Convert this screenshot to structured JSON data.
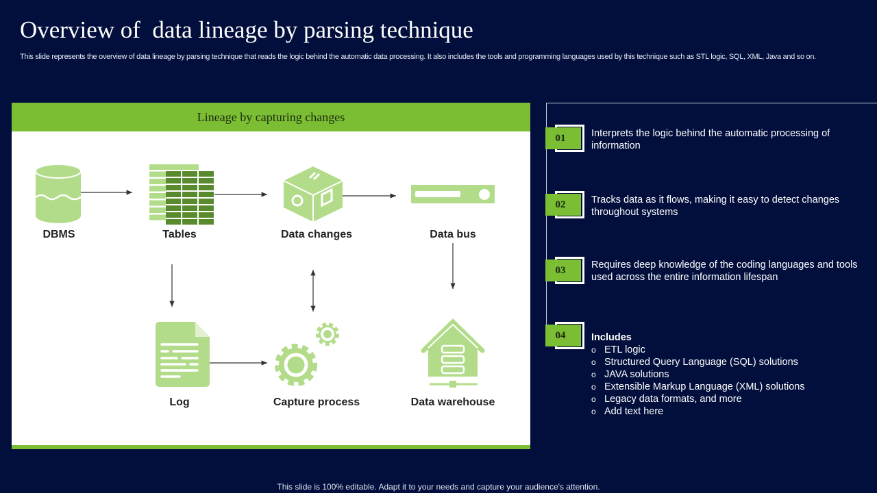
{
  "title": "Overview of  data lineage by parsing technique",
  "subtitle": "This slide represents the overview of data lineage by parsing technique that reads the logic behind the automatic data processing. It also includes the tools and programming languages used by this technique such as STL logic, SQL, XML, Java and so on.",
  "panel": {
    "heading": "Lineage by capturing changes",
    "nodes": {
      "dbms": "DBMS",
      "tables": "Tables",
      "data_changes": "Data changes",
      "data_bus": "Data bus",
      "log": "Log",
      "capture": "Capture process",
      "warehouse": "Data warehouse"
    }
  },
  "colors": {
    "background": "#020f3d",
    "accent": "#7bbd33",
    "icon_light": "#b3dc8a",
    "icon_dark": "#5a8a2e"
  },
  "points": [
    {
      "num": "01",
      "text": "Interprets the logic behind the automatic processing of information"
    },
    {
      "num": "02",
      "text": "Tracks data as it flows, making it easy to detect changes throughout systems"
    },
    {
      "num": "03",
      "text": "Requires deep knowledge of the coding languages and tools used across the entire information lifespan"
    },
    {
      "num": "04",
      "heading": "Includes",
      "bullets": [
        "ETL logic",
        "Structured Query Language (SQL) solutions",
        "JAVA  solutions",
        "Extensible Markup Language (XML) solutions",
        "Legacy data formats, and more",
        "Add text here"
      ]
    }
  ],
  "footer": "This slide is 100% editable. Adapt it to your needs and capture your audience's attention."
}
